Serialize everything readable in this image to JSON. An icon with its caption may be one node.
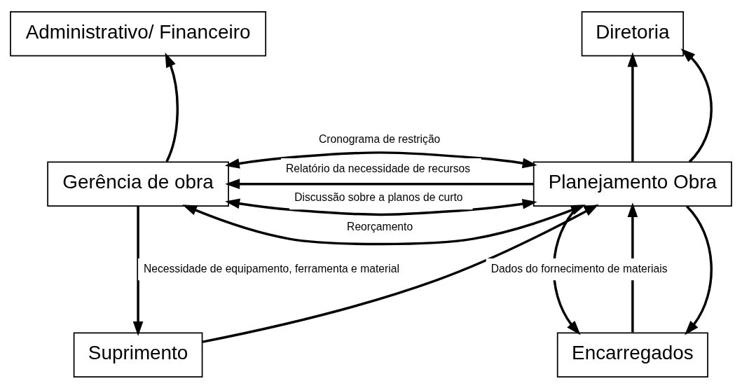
{
  "diagram": {
    "nodes": [
      {
        "text": [
          "Administrativo/ Financeiro"
        ]
      },
      {
        "text": [
          "Diretoria"
        ]
      },
      {
        "text": [
          "Gerência de obra"
        ]
      },
      {
        "text": [
          "Planejamento Obra"
        ]
      },
      {
        "text": [
          "Encarregados"
        ]
      },
      {
        "text": [
          "Suprimento"
        ]
      }
    ],
    "edges": [
      {
        "from": 2,
        "to": 0,
        "arrow": "to"
      },
      {
        "from": 3,
        "to": 1,
        "arrow": "to"
      },
      {
        "from": 3,
        "to": 1,
        "arrow": "to"
      },
      {
        "from": 3,
        "to": 2,
        "arrow": "to",
        "label": "Relatório da necessidade de recursos"
      },
      {
        "from": 2,
        "to": 3,
        "arrow": "both",
        "label": "Discussão sobre a planos de curto"
      },
      {
        "from": 2,
        "to": 3,
        "arrow": "both",
        "label": "Reorçamento"
      },
      {
        "from": 2,
        "to": 3,
        "arrow": "both",
        "label": "Cronograma de restrição"
      },
      {
        "from": 4,
        "to": 3,
        "arrow": "to"
      },
      {
        "from": 3,
        "to": 4,
        "arrow": "to"
      },
      {
        "from": 3,
        "to": 4,
        "arrow": "to"
      },
      {
        "from": 5,
        "to": 3,
        "arrow": "to",
        "label": "Dados do fornecimento de materiais"
      },
      {
        "from": 2,
        "to": 5,
        "arrow": "to",
        "label": "Necessidade de equipamento, ferramenta e material"
      }
    ]
  }
}
